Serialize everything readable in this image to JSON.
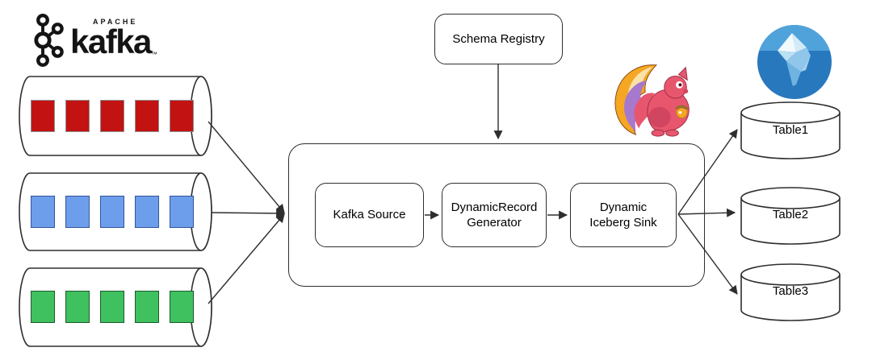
{
  "colors": {
    "stroke": "#2e2e2e",
    "kafka_black": "#141414",
    "iceberg_blue_light": "#4fa3da",
    "iceberg_blue_dark": "#2878be",
    "flink_pink": "#e8566e",
    "flink_orange": "#f5a623",
    "flink_purple": "#a678ce"
  },
  "kafka_logo": {
    "apache": "APACHE",
    "wordmark": "kafka",
    "trademark": "™"
  },
  "topics": [
    {
      "name": "topic-red",
      "segments": 5,
      "fill": "#c21212",
      "border": "#909090"
    },
    {
      "name": "topic-blue",
      "segments": 5,
      "fill": "#6d9eeb",
      "border": "#33549c"
    },
    {
      "name": "topic-green",
      "segments": 5,
      "fill": "#3ec15e",
      "border": "#1c5a2d"
    }
  ],
  "schema_registry": {
    "label": "Schema Registry"
  },
  "pipeline": {
    "kafka_source": {
      "label": "Kafka Source"
    },
    "dynamic_record_generator": {
      "label": "DynamicRecord Generator"
    },
    "dynamic_iceberg_sink": {
      "label": "Dynamic Iceberg Sink"
    }
  },
  "tables": [
    {
      "label": "Table1"
    },
    {
      "label": "Table2"
    },
    {
      "label": "Table3"
    }
  ],
  "logos": {
    "flink": "apache-flink-squirrel",
    "iceberg": "apache-iceberg"
  }
}
